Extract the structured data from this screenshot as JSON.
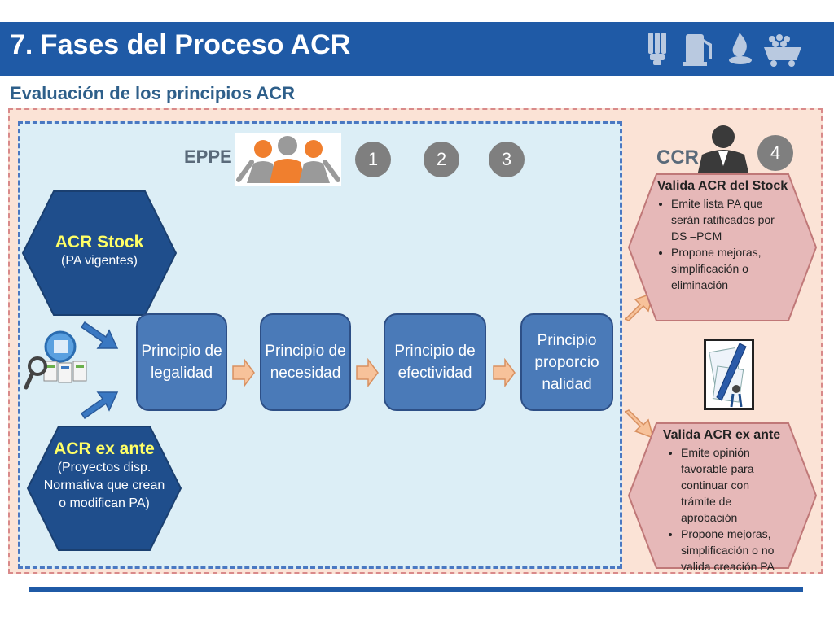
{
  "header": {
    "title": "7. Fases del Proceso ACR",
    "icons": [
      "lightbulb-icon",
      "fuel-pump-icon",
      "gas-flame-icon",
      "mining-cart-icon"
    ]
  },
  "subtitle": "Evaluación de los principios ACR",
  "labels": {
    "eppe": "EPPE",
    "ccr": "CCR"
  },
  "steps": [
    "1",
    "2",
    "3",
    "4"
  ],
  "hexagons": {
    "stock": {
      "title": "ACR Stock",
      "subtitle": "(PA vigentes)"
    },
    "exante": {
      "title": "ACR ex ante",
      "subtitle": "(Proyectos disp. Normativa que crean o modifican PA)"
    }
  },
  "principles": [
    "Principio de legalidad",
    "Principio de necesidad",
    "Principio de efectividad",
    "Principio proporcio nalidad"
  ],
  "ccr_boxes": [
    {
      "title": "Valida ACR del Stock",
      "items": [
        "Emite lista PA que serán ratificados por DS –PCM",
        "Propone mejoras, simplificación o eliminación"
      ]
    },
    {
      "title": "Valida ACR ex ante",
      "items": [
        "Emite opinión favorable para continuar con trámite de aprobación",
        "Propone mejoras, simplificación o no valida creación PA"
      ]
    }
  ],
  "colors": {
    "header_blue": "#1f5aa6",
    "hex_blue": "#1f4e8c",
    "principle_blue": "#4a7ab8",
    "ccr_pink": "#e6b8b8",
    "arrow_orange": "#f7c29a",
    "hex_title_yellow": "#ffff66",
    "step_gray": "#7f7f7f"
  }
}
